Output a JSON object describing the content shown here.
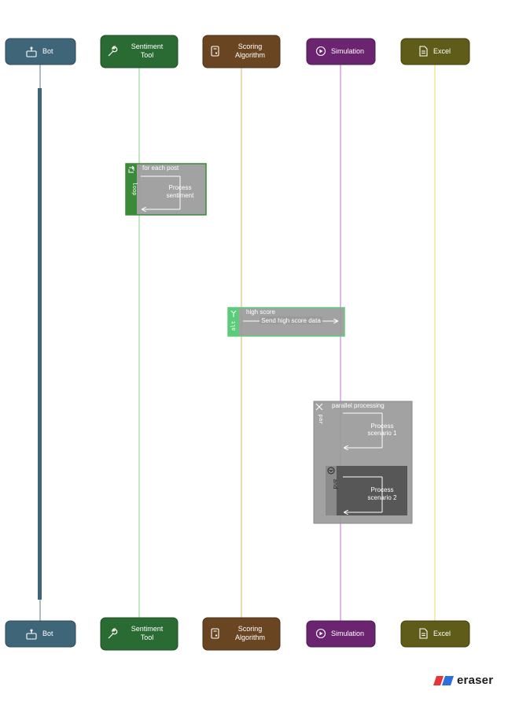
{
  "participants": [
    {
      "id": "bot",
      "label_lines": [
        "Bot"
      ],
      "icon": "robot-icon",
      "color": "#3f6678",
      "line_color": "#5b7b8a"
    },
    {
      "id": "sentiment",
      "label_lines": [
        "Sentiment",
        "Tool"
      ],
      "icon": "wrench-icon",
      "color": "#2a6b34",
      "line_color": "#8ad08f"
    },
    {
      "id": "scoring",
      "label_lines": [
        "Scoring",
        "Algorithm"
      ],
      "icon": "calculator-icon",
      "color": "#6a4522",
      "line_color": "#d9b35a"
    },
    {
      "id": "simulation",
      "label_lines": [
        "Simulation"
      ],
      "icon": "play-circle-icon",
      "color": "#6b2470",
      "line_color": "#c56fd0"
    },
    {
      "id": "excel",
      "label_lines": [
        "Excel"
      ],
      "icon": "document-icon",
      "color": "#5e5c18",
      "line_color": "#e8dc54"
    }
  ],
  "fragments": {
    "loop": {
      "tag": "loop",
      "condition": "for each post",
      "color": "#3a8a3a",
      "message_lines": [
        "Process",
        "sentiment"
      ]
    },
    "alt": {
      "tag": "alt",
      "condition": "high score",
      "color": "#5ccc7a",
      "message": "Send high score data"
    },
    "par": {
      "tag": "par",
      "condition": "parallel processing",
      "message_lines": [
        "Process",
        "scenario 1"
      ],
      "and": {
        "tag": "and",
        "message_lines": [
          "Process",
          "scenario 2"
        ]
      }
    }
  },
  "brand": {
    "name": "eraser",
    "colors": [
      "#e5353b",
      "#2d6fdc"
    ]
  }
}
